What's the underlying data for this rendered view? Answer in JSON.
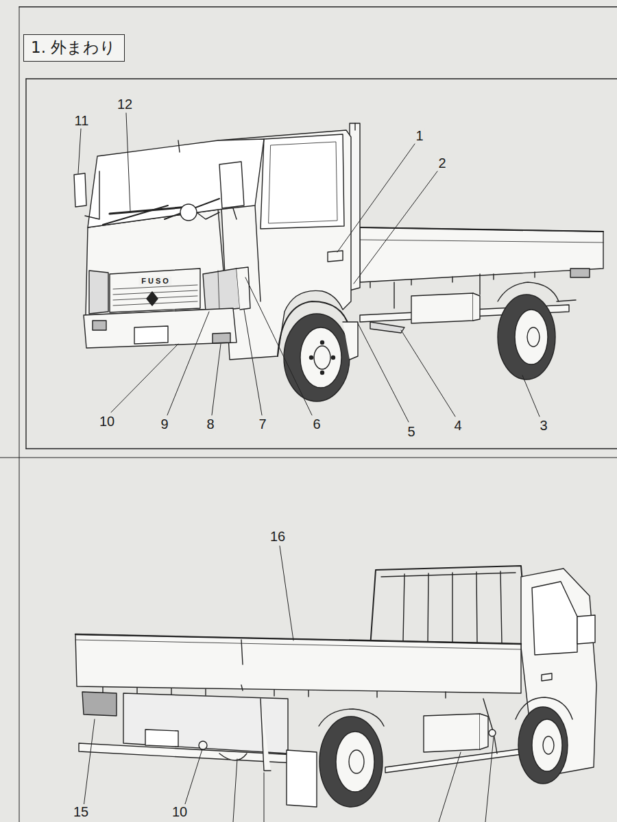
{
  "diagram": {
    "title": "1. 外まわり",
    "labels": [
      "11",
      "12",
      "FUSO",
      "1",
      "2",
      "10",
      "9",
      "8",
      "7",
      "6",
      "5",
      "4",
      "3",
      "16",
      "15",
      "10"
    ]
  }
}
